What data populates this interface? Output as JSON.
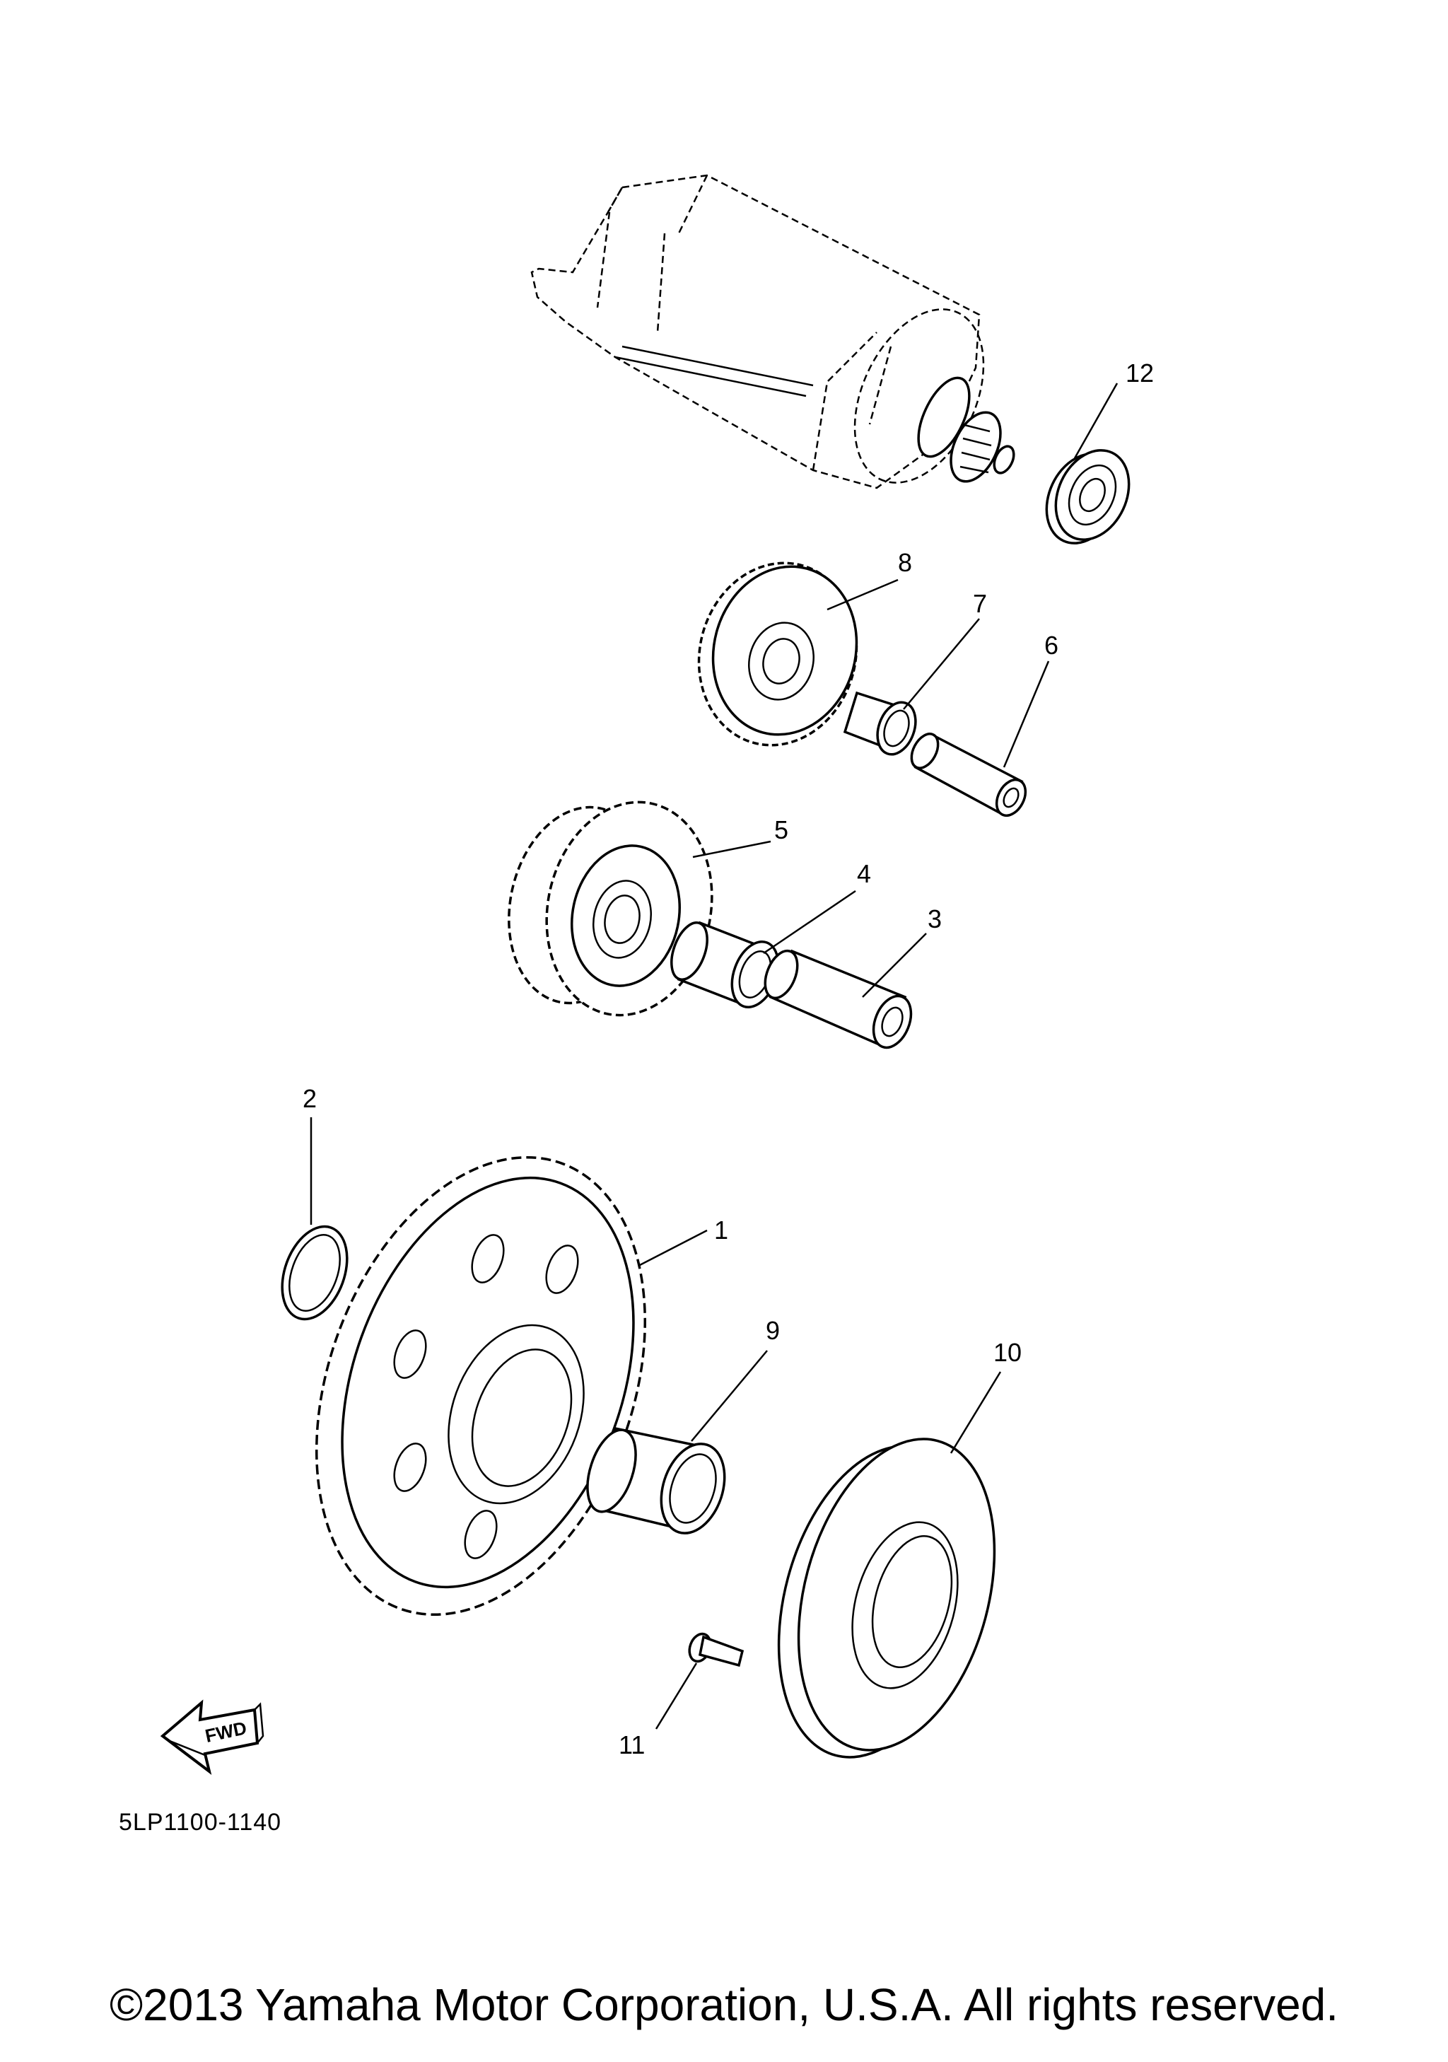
{
  "callouts": {
    "c1": "1",
    "c2": "2",
    "c3": "3",
    "c4": "4",
    "c5": "5",
    "c6": "6",
    "c7": "7",
    "c8": "8",
    "c9": "9",
    "c10": "10",
    "c11": "11",
    "c12": "12"
  },
  "fwd_label": "FWD",
  "diagram_code": "5LP1100-1140",
  "copyright": "©2013 Yamaha Motor Corporation, U.S.A. All rights reserved."
}
